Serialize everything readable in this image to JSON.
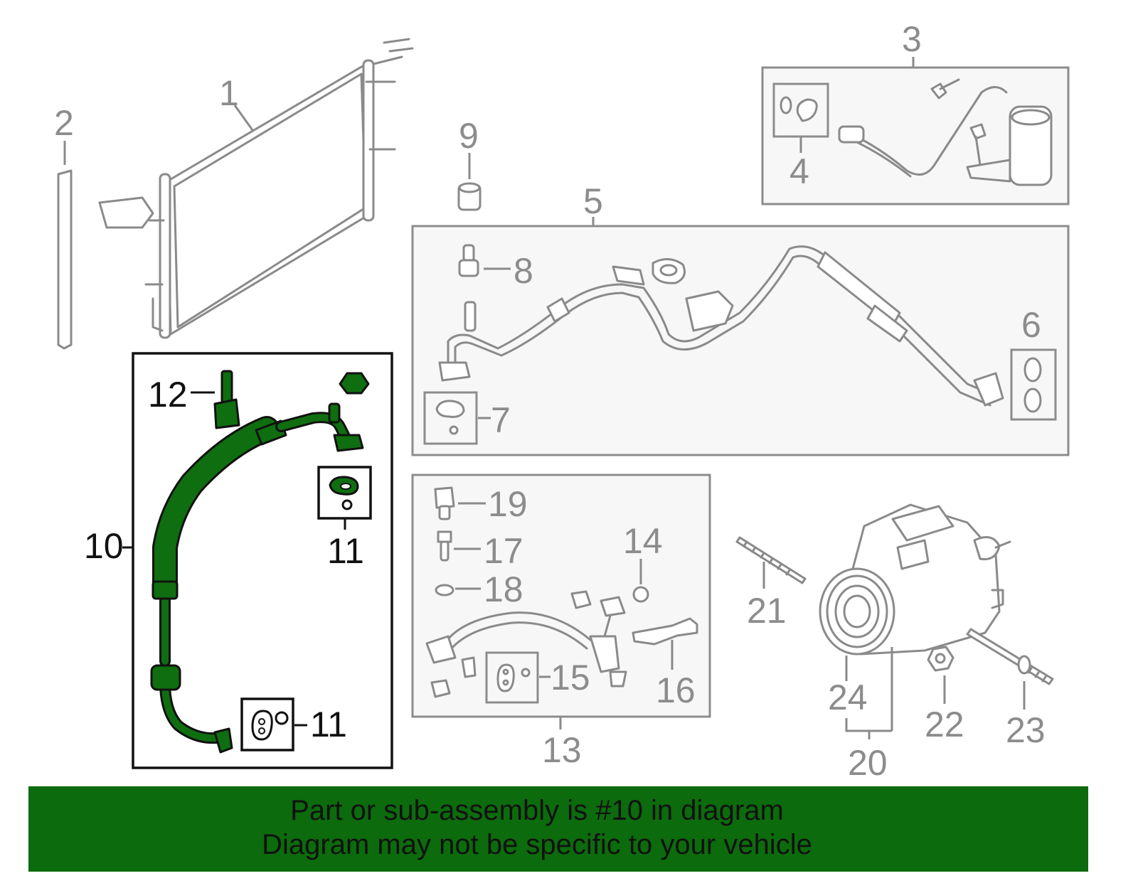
{
  "callouts": {
    "c1": "1",
    "c2": "2",
    "c3": "3",
    "c4": "4",
    "c5": "5",
    "c6": "6",
    "c7": "7",
    "c8": "8",
    "c9": "9",
    "c10": "10",
    "c11a": "11",
    "c11b": "11",
    "c12": "12",
    "c13": "13",
    "c14": "14",
    "c15": "15",
    "c16": "16",
    "c17": "17",
    "c18": "18",
    "c19": "19",
    "c20": "20",
    "c21": "21",
    "c22": "22",
    "c23": "23",
    "c24": "24"
  },
  "highlight": {
    "part": "10",
    "color": "#0f6e0f"
  },
  "footer": {
    "line1": "Part or sub-assembly is #10 in diagram",
    "line2": "Diagram may not be specific to your vehicle",
    "background": "#0c6b0c"
  }
}
